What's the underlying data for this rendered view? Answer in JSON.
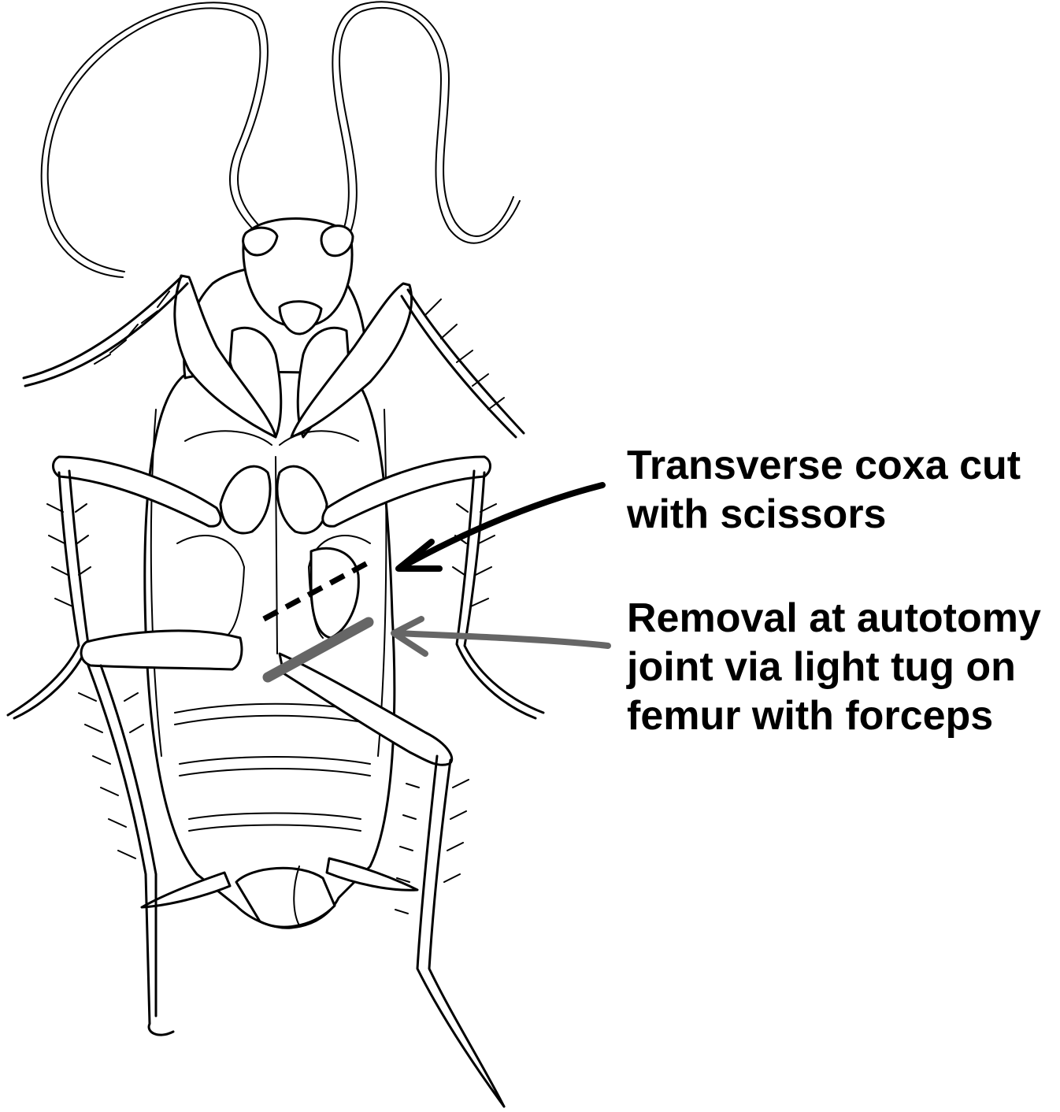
{
  "annotations": {
    "coxa_cut": {
      "lines": [
        "Transverse coxa cut",
        "with scissors"
      ],
      "color": "#000000"
    },
    "autotomy": {
      "lines": [
        "Removal at autotomy",
        "joint via light tug on",
        "femur with forceps"
      ],
      "color": "#666666"
    }
  }
}
